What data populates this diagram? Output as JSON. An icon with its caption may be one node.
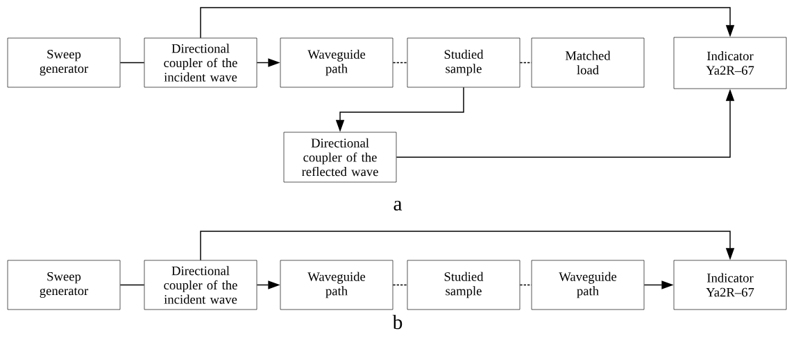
{
  "diagram": {
    "nodes": [
      {
        "text": [
          "Sweep generator"
        ]
      },
      {
        "text": [
          "Directional coupler of the incident wave"
        ]
      },
      {
        "text": [
          "Waveguide path"
        ]
      },
      {
        "text": [
          "Studied sample"
        ]
      },
      {
        "text": [
          "Matched load"
        ]
      },
      {
        "text": [
          "Indicator Ya2R–67"
        ]
      },
      {
        "text": [
          "Directional coupler of the reflected wave"
        ]
      },
      {
        "text": [
          "Sweep generator"
        ]
      },
      {
        "text": [
          "Directional coupler of the incident wave"
        ]
      },
      {
        "text": [
          "Waveguide path"
        ]
      },
      {
        "text": [
          "Studied sample"
        ]
      },
      {
        "text": [
          "Waveguide path"
        ]
      },
      {
        "text": [
          "Indicator Ya2R–67"
        ]
      }
    ],
    "edges": [
      {
        "from": 0,
        "to": 1,
        "arrow": "none"
      },
      {
        "from": 1,
        "to": 2,
        "arrow": "to"
      },
      {
        "from": 2,
        "to": 3,
        "arrow": "none",
        "style": "dashed"
      },
      {
        "from": 3,
        "to": 4,
        "arrow": "none",
        "style": "dashed"
      },
      {
        "from": 1,
        "to": 5,
        "arrow": "to"
      },
      {
        "from": 3,
        "to": 6,
        "arrow": "to"
      },
      {
        "from": 6,
        "to": 5,
        "arrow": "to"
      },
      {
        "from": 7,
        "to": 8,
        "arrow": "none"
      },
      {
        "from": 8,
        "to": 9,
        "arrow": "to"
      },
      {
        "from": 9,
        "to": 10,
        "arrow": "none",
        "style": "dashed"
      },
      {
        "from": 10,
        "to": 11,
        "arrow": "none",
        "style": "dashed"
      },
      {
        "from": 11,
        "to": 12,
        "arrow": "to"
      },
      {
        "from": 8,
        "to": 12,
        "arrow": "to"
      }
    ],
    "labels": [
      "a",
      "b"
    ]
  }
}
